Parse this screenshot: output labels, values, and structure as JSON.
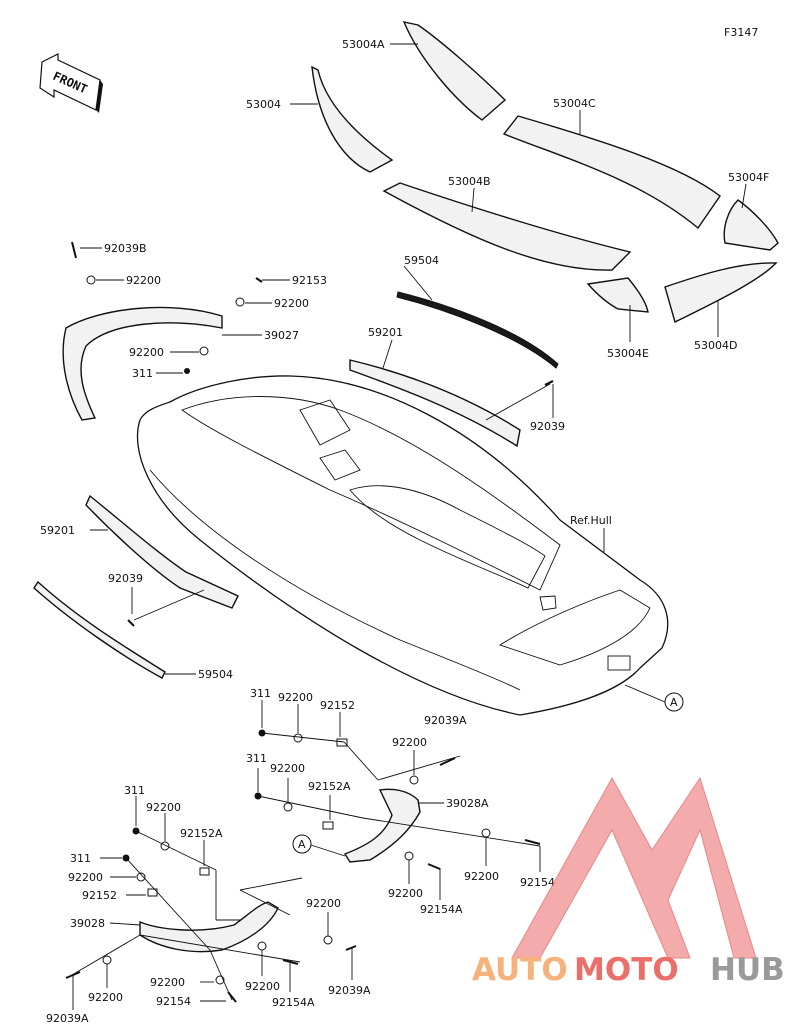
{
  "figure_code": "F3147",
  "front_label": "FRONT",
  "ref_label": "Ref.Hull",
  "labels": {
    "p53004a": "53004A",
    "p53004": "53004",
    "p53004c": "53004C",
    "p53004b": "53004B",
    "p53004f": "53004F",
    "p53004d": "53004D",
    "p53004e": "53004E",
    "p59504_top": "59504",
    "p59201_top": "59201",
    "p92039_top": "92039",
    "p92039b": "92039B",
    "p92200_a": "92200",
    "p92153": "92153",
    "p92200_b": "92200",
    "p39027": "39027",
    "p92200_c": "92200",
    "p311_a": "311",
    "p59201_left": "59201",
    "p92039_left": "92039",
    "p59504_left": "59504",
    "p311_b": "311",
    "p92200_d": "92200",
    "p92152": "92152",
    "p92039a_r": "92039A",
    "p92200_e": "92200",
    "p311_c": "311",
    "p92200_f": "92200",
    "p92152a_r": "92152A",
    "p39028a": "39028A",
    "p92200_g": "92200",
    "p92200_h": "92200",
    "p92154_r": "92154",
    "p92154a_r": "92154A",
    "callout_a1": "A",
    "callout_a2": "A",
    "p311_d": "311",
    "p92200_i": "92200",
    "p92152a_l": "92152A",
    "p311_e": "311",
    "p92200_j": "92200",
    "p92152_l": "92152",
    "p39028": "39028",
    "p92200_k": "92200",
    "p92200_l": "92200",
    "p92039a_l": "92039A",
    "p92200_m": "92200",
    "p92200_n": "92200",
    "p92154_l": "92154",
    "p92154a_l": "92154A",
    "p92039a_b": "92039A"
  },
  "watermark": {
    "part1": "AUTO",
    "part2": "MOTO",
    "part3": "HUB",
    "color_orange": "#f6b27a",
    "color_red": "#ea6f6a",
    "color_gray": "#9a9a9a"
  }
}
